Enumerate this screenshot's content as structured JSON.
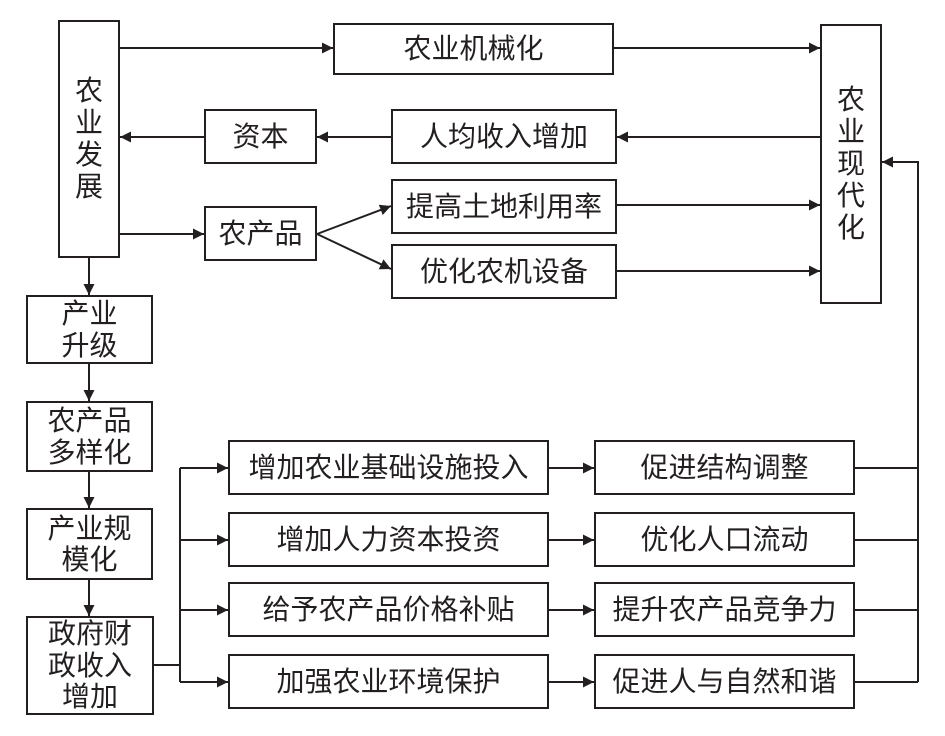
{
  "nodes": {
    "agri_dev": "农业发展",
    "agri_mech": "农业机械化",
    "agri_modern": "农业现代化",
    "capital": "资本",
    "income_up": "人均收入增加",
    "agri_products": "农产品",
    "land_use": "提高土地利用率",
    "optimize_machinery": "优化农机设备",
    "industry_upgrade": "产业升级",
    "product_diversify": "农产品多样化",
    "industry_scale": "产业规模化",
    "gov_revenue": "政府财政收入增加",
    "infra_invest": "增加农业基础设施投入",
    "human_capital": "增加人力资本投资",
    "price_subsidy": "给予农产品价格补贴",
    "env_protect": "加强农业环境保护",
    "structure_adjust": "促进结构调整",
    "population_flow": "优化人口流动",
    "competitiveness": "提升农产品竞争力",
    "harmony": "促进人与自然和谐"
  }
}
